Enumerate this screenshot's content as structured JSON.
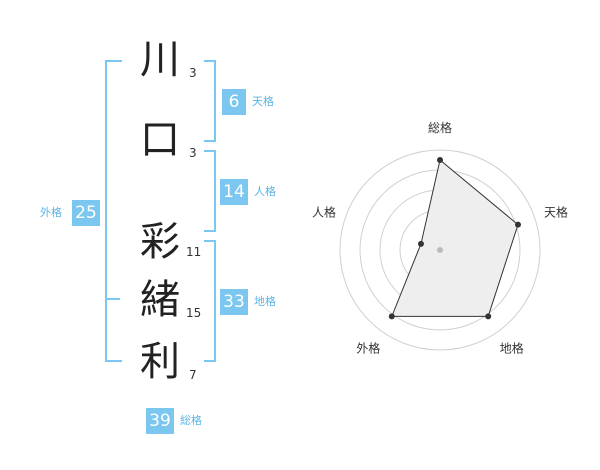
{
  "name_chars": [
    {
      "char": "川",
      "strokes": "3"
    },
    {
      "char": "口",
      "strokes": "3"
    },
    {
      "char": "彩",
      "strokes": "11"
    },
    {
      "char": "緒",
      "strokes": "15"
    },
    {
      "char": "利",
      "strokes": "7"
    }
  ],
  "kaku": {
    "tenkaku": {
      "value": "6",
      "label": "天格"
    },
    "jinkaku": {
      "value": "14",
      "label": "人格"
    },
    "chikaku": {
      "value": "33",
      "label": "地格"
    },
    "gaikaku": {
      "value": "25",
      "label": "外格"
    },
    "soukaku": {
      "value": "39",
      "label": "総格"
    }
  },
  "colors": {
    "accent": "#7cc7ef",
    "text": "#222222"
  },
  "chart_data": {
    "type": "radar",
    "axes": [
      "総格",
      "天格",
      "地格",
      "外格",
      "人格"
    ],
    "values": [
      0.9,
      0.82,
      0.82,
      0.82,
      0.2
    ],
    "rings": 5,
    "range": [
      0,
      1
    ]
  }
}
